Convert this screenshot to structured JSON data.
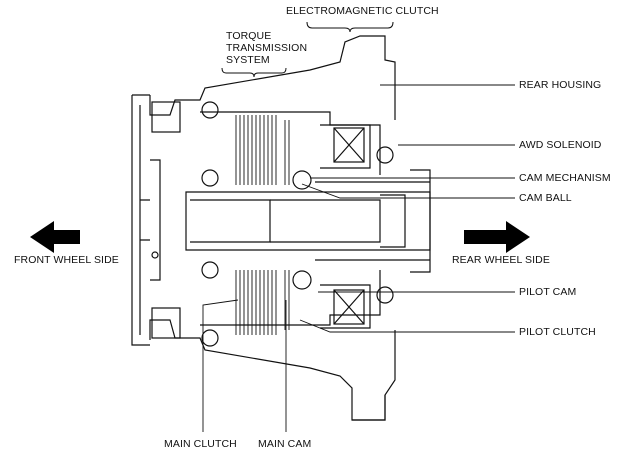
{
  "labels": {
    "electromagnetic_clutch": "ELECTROMAGNETIC CLUTCH",
    "torque_transmission_system": "TORQUE\nTRANSMISSION\nSYSTEM",
    "rear_housing": "REAR HOUSING",
    "awd_solenoid": "AWD SOLENOID",
    "cam_mechanism": "CAM MECHANISM",
    "cam_ball": "CAM BALL",
    "rear_wheel_side": "REAR WHEEL SIDE",
    "front_wheel_side": "FRONT WHEEL SIDE",
    "pilot_cam": "PILOT CAM",
    "pilot_clutch": "PILOT CLUTCH",
    "main_clutch": "MAIN CLUTCH",
    "main_cam": "MAIN CAM"
  },
  "colors": {
    "line": "#111111",
    "arrow": "#000000"
  }
}
